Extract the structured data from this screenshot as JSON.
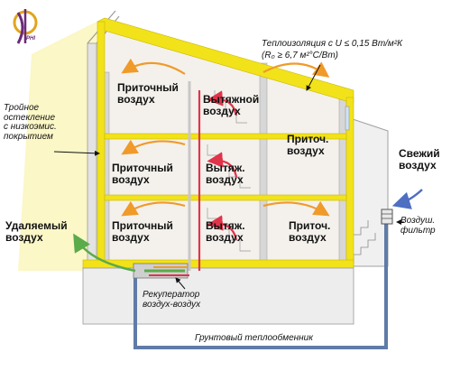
{
  "logo": {
    "text": "PHI"
  },
  "insulation": {
    "line1": "Теплоизоляция с U ≤ 0,15 Вт/м²К",
    "line2": "(R₀ ≥ 6,7 м²°С/Вт)"
  },
  "glazing": [
    "Тройное",
    "остекление",
    "с низкоэмис.",
    "покрытием"
  ],
  "floors": [
    {
      "supply_left": [
        "Приточный",
        "воздух"
      ],
      "exhaust": [
        "Вытяжной",
        "воздух"
      ],
      "supply_right": [
        "Приточ.",
        "воздух"
      ]
    },
    {
      "supply_left": [
        "Приточный",
        "воздух"
      ],
      "exhaust": [
        "Вытяж.",
        "воздух"
      ],
      "supply_right": []
    },
    {
      "supply_left": [
        "Приточный",
        "воздух"
      ],
      "exhaust": [
        "Вытяж.",
        "воздух"
      ],
      "supply_right": [
        "Приточ.",
        "воздух"
      ]
    }
  ],
  "fresh_air": [
    "Свежий",
    "воздух"
  ],
  "removed_air": [
    "Удаляемый",
    "воздух"
  ],
  "filter": [
    "Воздуш.",
    "фильтр"
  ],
  "recuperator": [
    "Рекуператор",
    "воздух-воздух"
  ],
  "ground_exchanger": "Грунтовый теплообменник",
  "colors": {
    "structure": "#f2e21a",
    "structure_dark": "#c9b800",
    "sun": "#fbf7c6",
    "supply_arrow": "#f09a2a",
    "exhaust_arrow": "#e0344a",
    "fresh_arrow": "#4f6fc2",
    "removed_arrow": "#5aab4a",
    "duct": "#5f7ba8",
    "interior": "#f4f1ec",
    "wall_grey": "#b8b8b8"
  }
}
